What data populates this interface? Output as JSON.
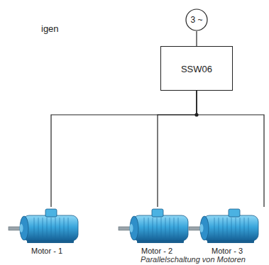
{
  "diagram": {
    "caption": "Parallelschaltung von Motoren",
    "nodes": [
      {
        "text": [
          "3 ~"
        ]
      },
      {
        "text": [
          "SSW06"
        ]
      },
      {
        "text": [
          "Motor - 1"
        ]
      },
      {
        "text": [
          "Motor - 2"
        ]
      },
      {
        "text": [
          "Motor - 3"
        ]
      }
    ],
    "edges": [
      {
        "from": 0,
        "to": 1,
        "arrow": "none"
      },
      {
        "from": 1,
        "to": 2,
        "arrow": "none"
      },
      {
        "from": 1,
        "to": 3,
        "arrow": "none"
      },
      {
        "from": 1,
        "to": 4,
        "arrow": "none"
      }
    ],
    "labels": [
      "igen"
    ]
  }
}
